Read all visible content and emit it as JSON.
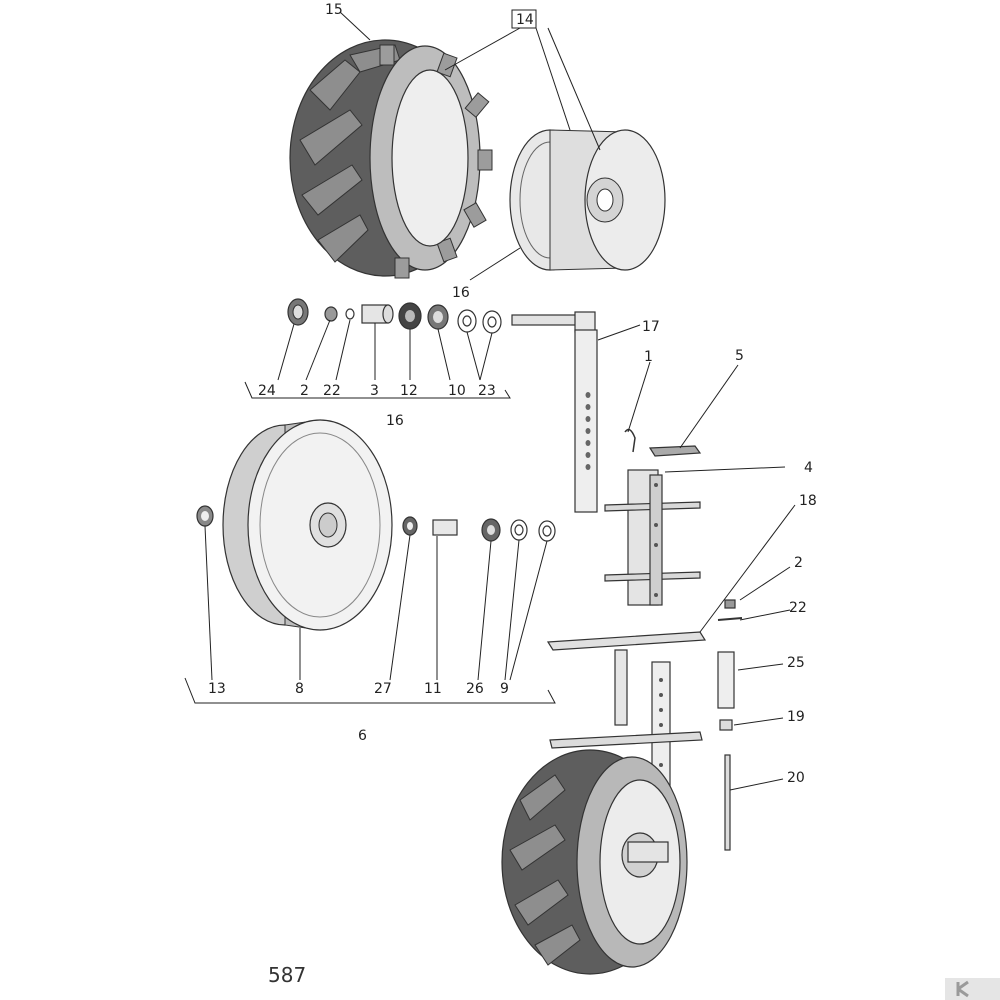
{
  "diagram": {
    "labels": {
      "l15": "15",
      "l14": "14",
      "l16_rim": "16",
      "l17": "17",
      "l1": "1",
      "l5": "5",
      "l24": "24",
      "l2_top": "2",
      "l22_top": "22",
      "l3": "3",
      "l12": "12",
      "l10": "10",
      "l23": "23",
      "l16_group": "16",
      "l4": "4",
      "l18": "18",
      "l13": "13",
      "l8": "8",
      "l27": "27",
      "l11": "11",
      "l26": "26",
      "l9": "9",
      "l6": "6",
      "l2_right": "2",
      "l22_right": "22",
      "l25": "25",
      "l19": "19",
      "l20": "20"
    },
    "page_number": "587"
  },
  "colors": {
    "tire_dark": "#5a5a5a",
    "tire_light": "#9a9a9a",
    "rim": "#e6e6e6",
    "metal": "#d0d0d0",
    "line": "#222222"
  }
}
